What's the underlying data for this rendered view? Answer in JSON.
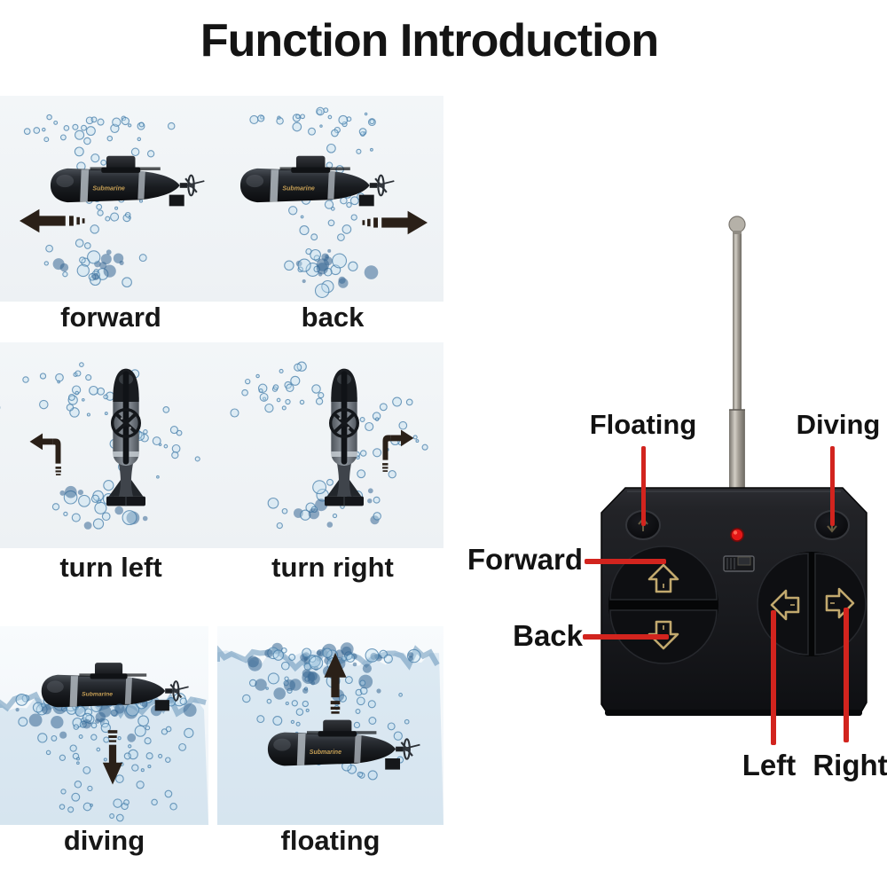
{
  "title": "Function Introduction",
  "panels": [
    {
      "id": "forward",
      "label": "forward",
      "arrow": "left-arrow"
    },
    {
      "id": "back",
      "label": "back",
      "arrow": "right-arrow"
    },
    {
      "id": "turn-left",
      "label": "turn left",
      "arrow": "turn-left-arrow"
    },
    {
      "id": "turn-right",
      "label": "turn right",
      "arrow": "turn-right-arrow"
    },
    {
      "id": "diving",
      "label": "diving",
      "arrow": "down-arrow"
    },
    {
      "id": "floating",
      "label": "floating",
      "arrow": "up-arrow"
    }
  ],
  "submarine_text": "Submarine",
  "remote": {
    "labels": {
      "floating": "Floating",
      "diving": "Diving",
      "forward": "Forward",
      "back": "Back",
      "left": "Left",
      "right": "Right"
    },
    "buttons": [
      {
        "name": "floating-button",
        "icon": "up-mark-icon"
      },
      {
        "name": "diving-button",
        "icon": "down-mark-icon"
      },
      {
        "name": "forward-button",
        "icon": "up-arrow-icon"
      },
      {
        "name": "back-button",
        "icon": "down-arrow-icon"
      },
      {
        "name": "left-button",
        "icon": "left-arrow-icon"
      },
      {
        "name": "right-button",
        "icon": "right-arrow-icon"
      }
    ],
    "indicator": "power-led",
    "switch": "power-switch",
    "antenna": "telescopic-antenna",
    "colors": {
      "callout_red": "#d2241e",
      "led_red": "#e31717",
      "icon_gold": "#c2a96e",
      "body_black": "#17181c",
      "antenna_silver": "#a8a49b"
    }
  }
}
